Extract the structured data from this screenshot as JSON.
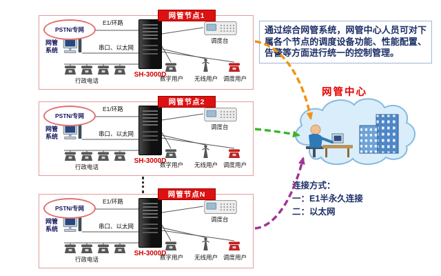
{
  "nodes": [
    {
      "title": "网管节点1"
    },
    {
      "title": "网管节点2"
    },
    {
      "title": "网管节点N"
    }
  ],
  "node_labels": {
    "pstn_cloud": "PSTN/专网",
    "e1_link": "E1/环路",
    "nms": "网管系统",
    "serial_eth": "串口、以太网",
    "device_model": "SH-3000D",
    "admin_phones": "行政电话",
    "dispatch_console": "调度台",
    "digital_user": "数字用户",
    "wireless_user": "无线用户",
    "dispatch_user": "调度用户"
  },
  "center": {
    "title": "网管中心",
    "description": "通过综合网管系统，网管中心人员可对下属各个节点的调度设备功能、性能配置、告警等方面进行统一的控制管理。"
  },
  "connection_info": {
    "heading": "连接方式：",
    "methods": [
      "一：E1半永久连接",
      "二：以太网"
    ]
  },
  "colors": {
    "arrow_node1": "#f2920f",
    "arrow_node2": "#3cb52d",
    "arrow_nodeN": "#9f3596",
    "node_title_bg": "#dd1111",
    "device_label": "#cc0000",
    "center_title": "#e60000"
  }
}
